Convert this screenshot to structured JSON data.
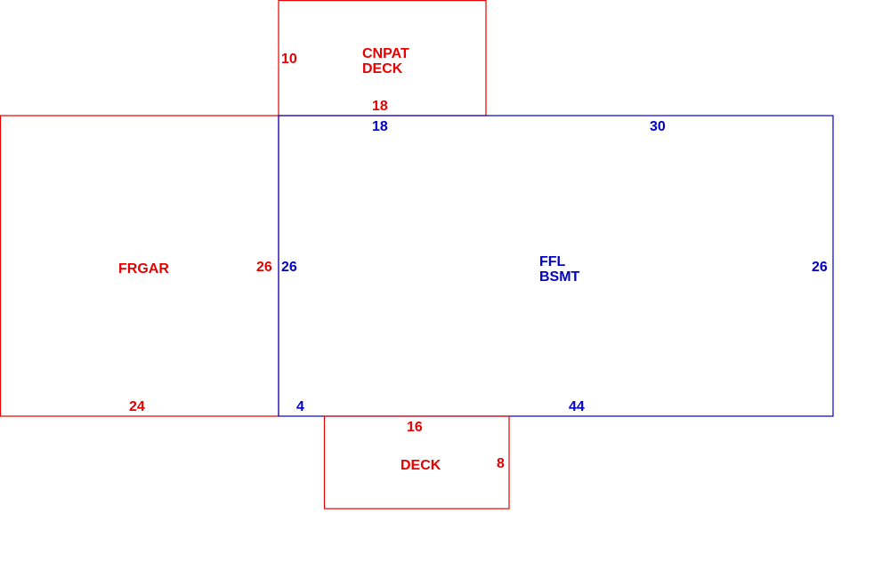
{
  "colors": {
    "outbuilding": "#e60000",
    "main_house": "#0000c8",
    "background": "#ffffff"
  },
  "areas": [
    {
      "id": "cnpat-deck",
      "label_lines": [
        "CNPAT",
        "DECK"
      ],
      "color": "outbuilding",
      "dimensions": {
        "side": "10",
        "bottom": "18"
      }
    },
    {
      "id": "frgar",
      "label_lines": [
        "FRGAR"
      ],
      "color": "outbuilding",
      "dimensions": {
        "right": "26",
        "bottom": "24"
      }
    },
    {
      "id": "ffl-bsmt",
      "label_lines": [
        "FFL",
        "BSMT"
      ],
      "color": "main_house",
      "dimensions": {
        "top_left": "18",
        "top_right": "30",
        "left": "26",
        "right": "26",
        "bottom_left": "4",
        "bottom_right": "44"
      }
    },
    {
      "id": "deck",
      "label_lines": [
        "DECK"
      ],
      "color": "outbuilding",
      "dimensions": {
        "top": "16",
        "right": "8"
      }
    }
  ]
}
